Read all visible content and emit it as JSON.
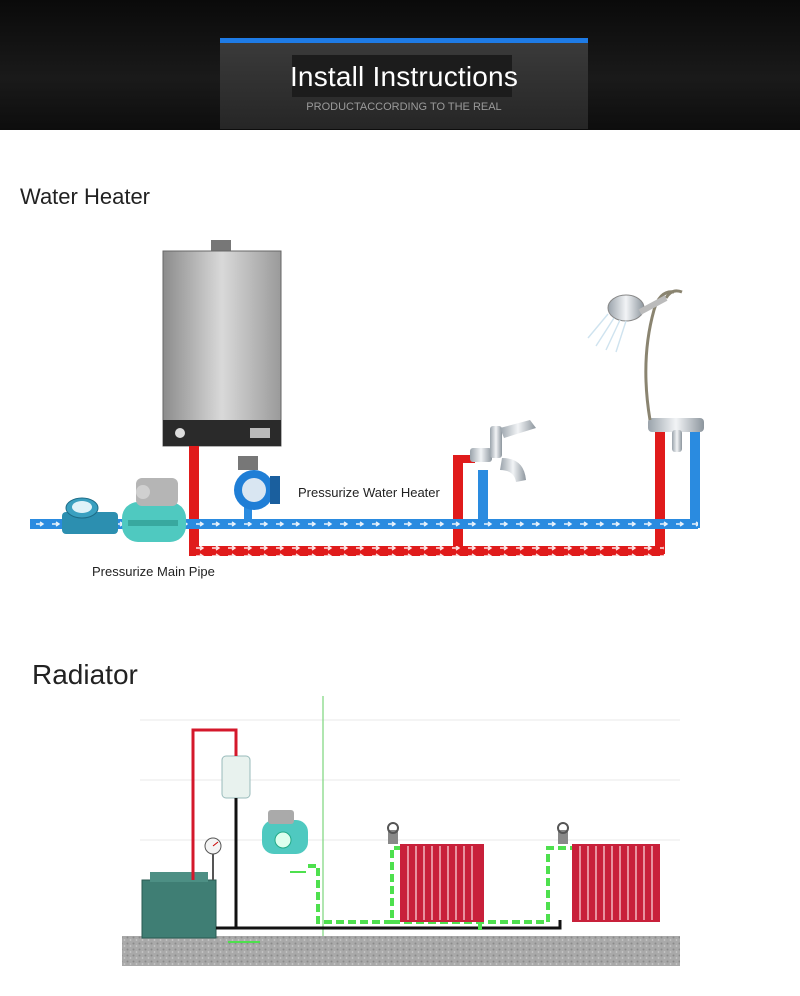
{
  "header": {
    "title": "Install Instructions",
    "subtitle": "PRODUCTACCORDING TO THE REAL",
    "accent": "#1e7be6"
  },
  "water_heater": {
    "title": "Water Heater",
    "label_pressurize_heater": "Pressurize Water Heater",
    "label_pressurize_main": "Pressurize Main Pipe",
    "hot_color": "#e01b1b",
    "cold_color": "#2a8be0"
  },
  "radiator": {
    "title": "Radiator",
    "flow_color": "#4ee04e",
    "radiator_color": "#c8203a"
  }
}
